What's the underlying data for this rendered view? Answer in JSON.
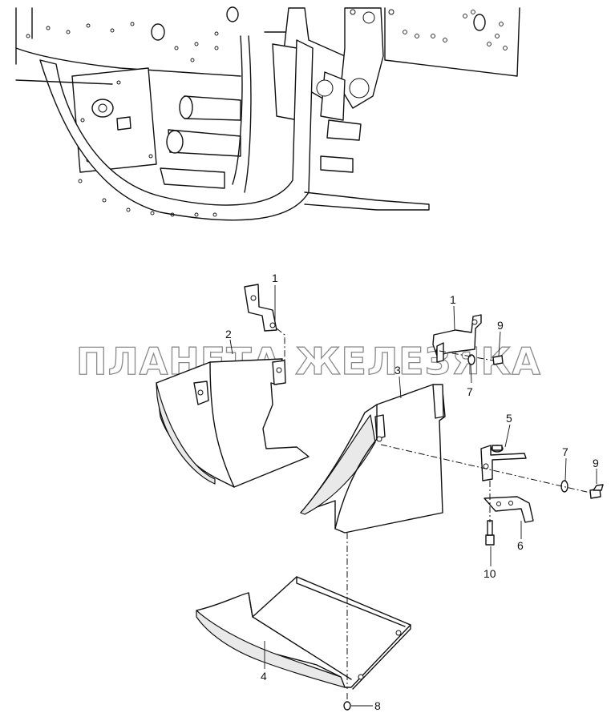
{
  "watermark": "ПЛАНЕТА ЖЕЛЕЗЯКА",
  "callouts": [
    {
      "id": "c1a",
      "label": "1"
    },
    {
      "id": "c2",
      "label": "2"
    },
    {
      "id": "c1b",
      "label": "1"
    },
    {
      "id": "c9a",
      "label": "9"
    },
    {
      "id": "c3",
      "label": "3"
    },
    {
      "id": "c7a",
      "label": "7"
    },
    {
      "id": "c5",
      "label": "5"
    },
    {
      "id": "c7b",
      "label": "7"
    },
    {
      "id": "c9b",
      "label": "9"
    },
    {
      "id": "c6",
      "label": "6"
    },
    {
      "id": "c10",
      "label": "10"
    },
    {
      "id": "c4",
      "label": "4"
    },
    {
      "id": "c8",
      "label": "8"
    }
  ]
}
